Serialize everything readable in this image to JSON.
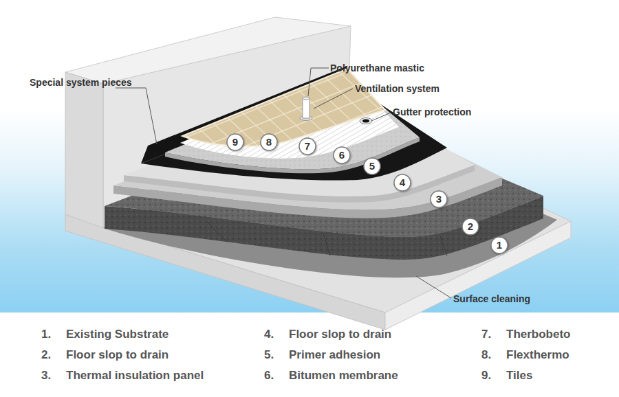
{
  "diagram": {
    "labels": [
      "Polyurethane mastic",
      "Special system pieces",
      "Ventilation system",
      "Gutter protection",
      "9",
      "8",
      "7",
      "6",
      "5",
      "4",
      "3",
      "2",
      "1",
      "Surface cleaning",
      "1.",
      "Existing Substrate",
      "4.",
      "Floor slop to drain",
      "7.",
      "Therbobeto",
      "2.",
      "Floor slop to drain",
      "5.",
      "Primer adhesion",
      "8.",
      "Flexthermo",
      "3.",
      "Thermal insulation panel",
      "6.",
      "Bitumen membrane",
      "9.",
      "Tiles"
    ]
  }
}
